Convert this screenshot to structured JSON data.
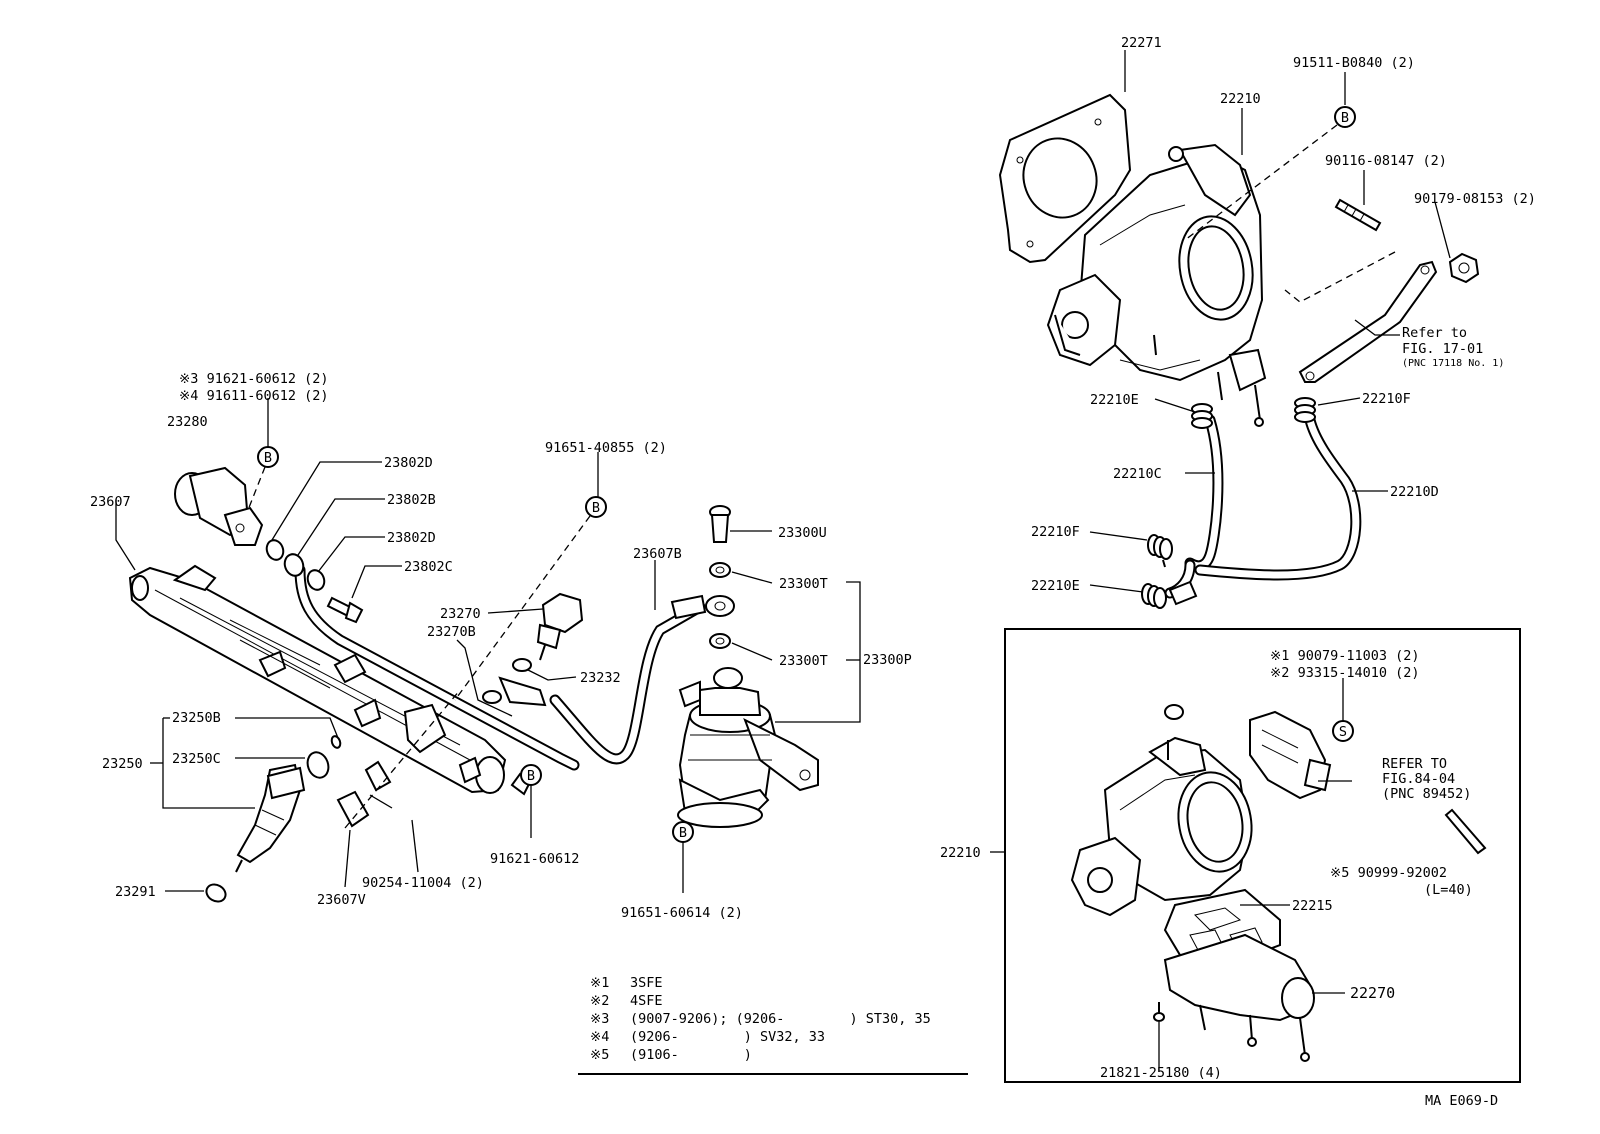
{
  "diagram_code": "MA E069-D",
  "notes_table": {
    "rows": [
      {
        "mark": "※1",
        "text": "3SFE"
      },
      {
        "mark": "※2",
        "text": "4SFE"
      },
      {
        "mark": "※3",
        "text": "(9007-9206); (9206-        ) ST30, 35"
      },
      {
        "mark": "※4",
        "text": "(9206-        ) SV32, 33"
      },
      {
        "mark": "※5",
        "text": "(9106-        )"
      }
    ]
  },
  "callout_markers": {
    "bolt": "B",
    "screw": "S"
  },
  "labels": {
    "p22271": "22271",
    "p22210_top": "22210",
    "p91511": "91511-B0840 (2)",
    "p90116": "90116-08147 (2)",
    "p90179": "90179-08153 (2)",
    "refer_fig17_1": "Refer to",
    "refer_fig17_2": "FIG. 17-01",
    "refer_fig17_3": "(PNC 17118 No. 1)",
    "p22210E_a": "22210E",
    "p22210F_a": "22210F",
    "p22210C": "22210C",
    "p22210D": "22210D",
    "p22210F_b": "22210F",
    "p22210E_b": "22210E",
    "p91621_3": "※3  91621-60612 (2)",
    "p91611_4": "※4  91611-60612 (2)",
    "p23280": "23280",
    "p23607": "23607",
    "p23802D_a": "23802D",
    "p23802B": "23802B",
    "p23802D_b": "23802D",
    "p23802C": "23802C",
    "p91651_40855": "91651-40855 (2)",
    "p23300U": "23300U",
    "p23607B": "23607B",
    "p23300T_a": "23300T",
    "p23270": "23270",
    "p23270B": "23270B",
    "p23300P": "23300P",
    "p23300T_b": "23300T",
    "p23232": "23232",
    "p23250B": "23250B",
    "p23250": "23250",
    "p23250C": "23250C",
    "p91621_60612": "91621-60612",
    "p23291": "23291",
    "p90254": "90254-11004 (2)",
    "p23607V": "23607V",
    "p91651_60614": "91651-60614 (2)",
    "p90079_1": "※1  90079-11003 (2)",
    "p93315_2": "※2  93315-14010 (2)",
    "refer_fig84_1": "REFER TO",
    "refer_fig84_2": "FIG.84-04",
    "refer_fig84_3": "(PNC 89452)",
    "p22210_box": "22210",
    "p90999_5": "※5  90999-92002",
    "p90999_len": "(L=40)",
    "p22215": "22215",
    "p22270": "22270",
    "p21821": "21821-25180 (4)"
  }
}
